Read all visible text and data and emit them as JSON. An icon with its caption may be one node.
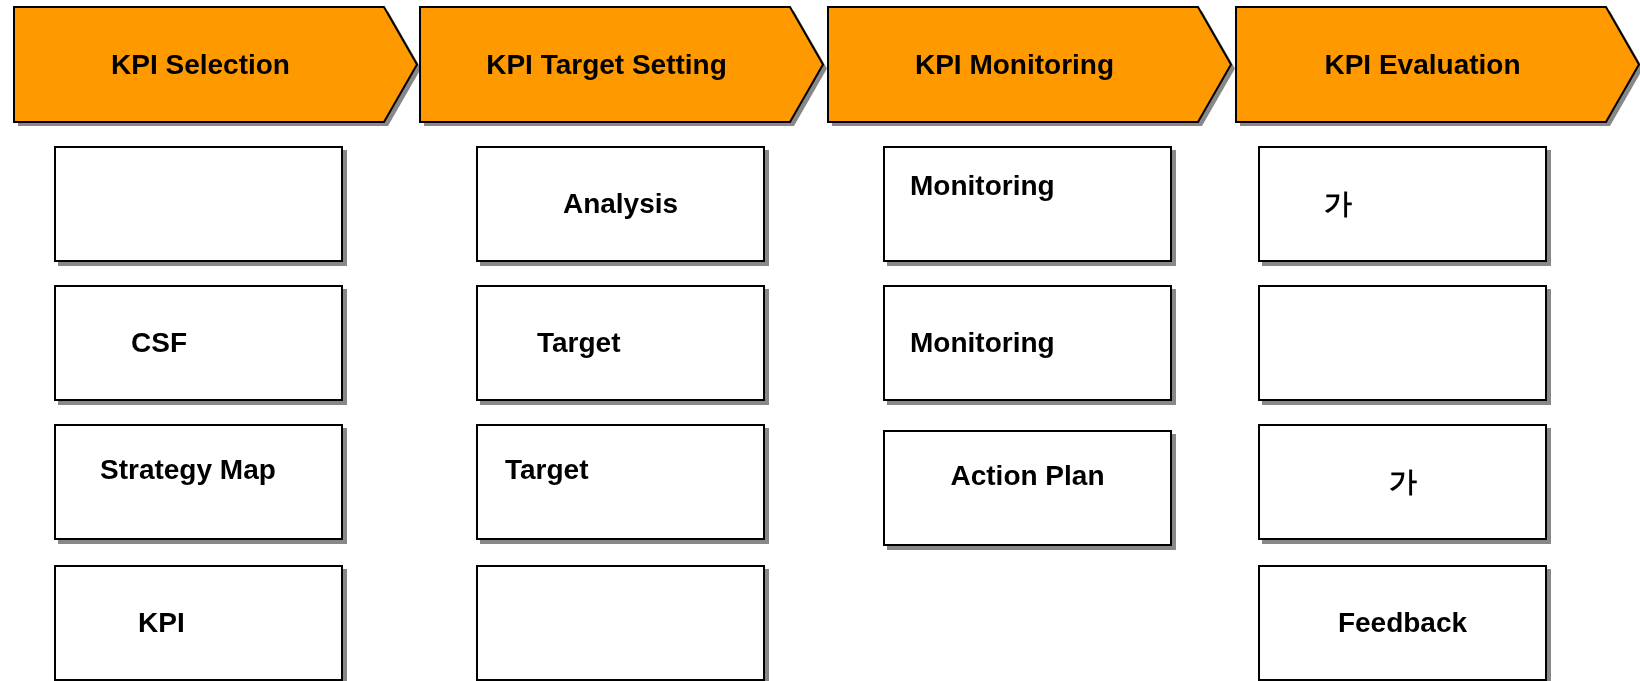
{
  "diagram": {
    "nodes": [
      {
        "text": [
          "KPI Selection"
        ]
      },
      {
        "text": [
          "KPI Target Setting"
        ]
      },
      {
        "text": [
          "KPI Monitoring"
        ]
      },
      {
        "text": [
          "KPI Evaluation"
        ]
      },
      {
        "text": [],
        "shape": "box"
      },
      {
        "text": [
          "CSF"
        ]
      },
      {
        "text": [
          "Strategy Map"
        ]
      },
      {
        "text": [
          "KPI"
        ]
      },
      {
        "text": [
          "Analysis"
        ]
      },
      {
        "text": [
          "Target"
        ]
      },
      {
        "text": [
          "Target"
        ]
      },
      {
        "text": [],
        "shape": "box"
      },
      {
        "text": [
          "Monitoring"
        ]
      },
      {
        "text": [
          "Monitoring"
        ]
      },
      {
        "text": [
          "Action Plan"
        ]
      },
      {
        "text": [
          "가"
        ]
      },
      {
        "text": [],
        "shape": "box"
      },
      {
        "text": [
          "가"
        ]
      },
      {
        "text": [
          "Feedback"
        ]
      }
    ],
    "edges": []
  }
}
